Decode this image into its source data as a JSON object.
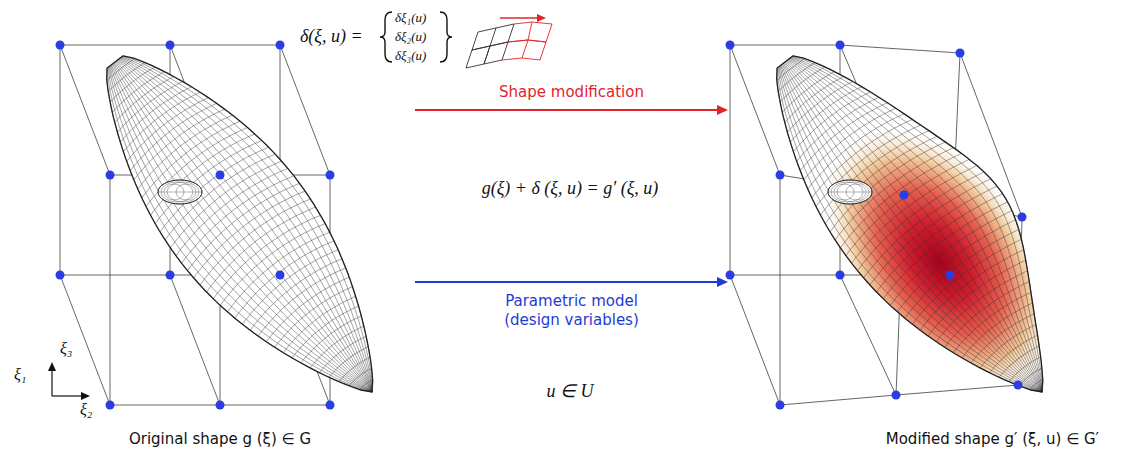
{
  "diagram": {
    "nodes": [
      {
        "text": [
          "Original shape g (ξ) ∈ G"
        ]
      },
      {
        "text": [
          "Modified shape g′ (ξ, u) ∈ G′"
        ]
      }
    ],
    "edges": [
      {
        "from": 0,
        "to": 1,
        "arrow": "to",
        "label": "Shape modification"
      },
      {
        "from": 0,
        "to": 1,
        "arrow": "to",
        "label": "Parametric model (design variables)"
      }
    ],
    "labels": [
      "δ(ξ, u) =",
      "δξ₁(u)",
      "δξ₂(u)",
      "δξ₃(u)",
      "g(ξ) + δ (ξ, u) = g′ (ξ, u)",
      "u ∈ U",
      "ξ₁",
      "ξ₃",
      "ξ₂"
    ]
  }
}
